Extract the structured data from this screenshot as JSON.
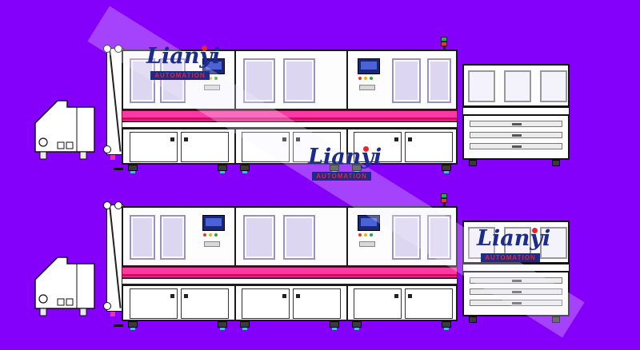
{
  "watermark": {
    "brand": "Lianyi",
    "subtitle": "AUTOMATION",
    "instances": 3
  },
  "scene": {
    "line_count": 2,
    "units": [
      "feeder-hopper",
      "elevator-conveyor",
      "main-process-line",
      "inspection-cabinet"
    ],
    "signal_tower_lights": [
      "green",
      "red"
    ]
  },
  "colors": {
    "background": "#8500fa",
    "conveyor_pink": "#ff38a5",
    "conveyor_stripe": "#d40b57",
    "outline": "#1a1a1a",
    "panel_white": "#fdfdfd",
    "window_fill": "#dcd6f0",
    "window_frame": "#9a93b8",
    "screen_navy": "#182878",
    "screen_inner": "#4b63d6",
    "watermark_navy": "#1b2c8c",
    "watermark_red": "#e8242c",
    "light_green": "#22b14c",
    "light_red": "#e23b2e",
    "foot_dark": "#3a3a3a",
    "foot_cyan": "#35c8c8"
  }
}
